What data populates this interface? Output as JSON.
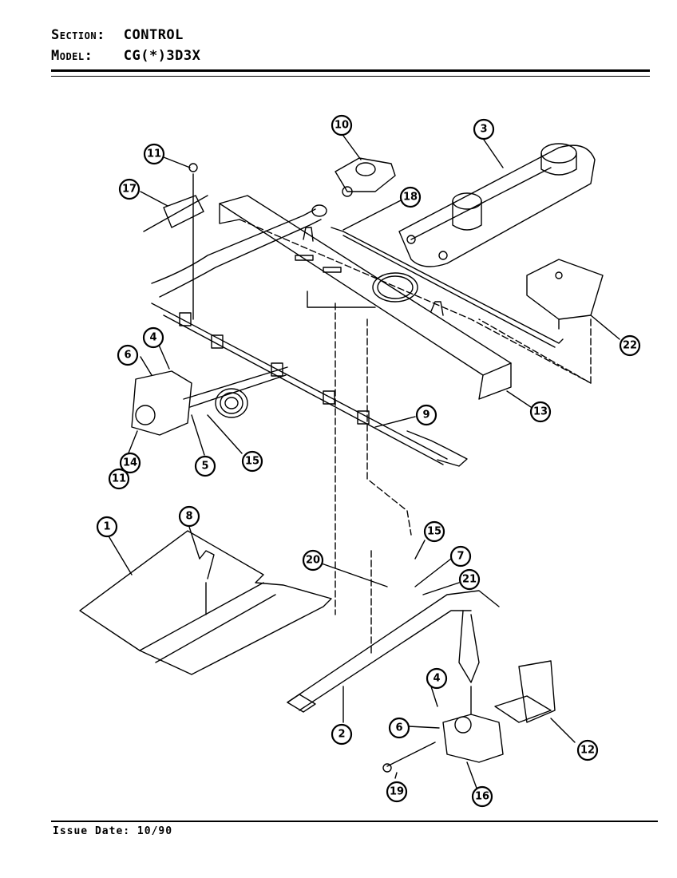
{
  "header": {
    "section_label": "Section:",
    "section_value": "CONTROL",
    "model_label": "Model:",
    "model_value": "CG(*)3D3X"
  },
  "footer": {
    "issue_date": "Issue Date: 10/90"
  },
  "callouts": [
    "10",
    "3",
    "11",
    "17",
    "18",
    "4",
    "6",
    "22",
    "13",
    "9",
    "14",
    "11",
    "5",
    "15",
    "1",
    "8",
    "15",
    "7",
    "20",
    "21",
    "4",
    "6",
    "2",
    "12",
    "19",
    "16"
  ]
}
